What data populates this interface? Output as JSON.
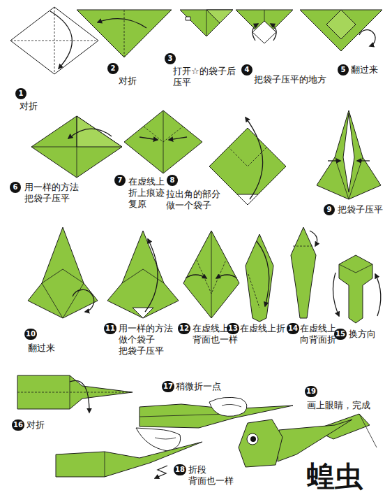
{
  "diagram": {
    "title": "蝗虫",
    "nodes": [
      {
        "text": [
          "1",
          "对折"
        ]
      },
      {
        "text": [
          "2",
          "对折"
        ]
      },
      {
        "text": [
          "3",
          "打开☆的袋子后 压平"
        ]
      },
      {
        "text": [
          "4",
          "把袋子压平的地方"
        ]
      },
      {
        "text": [
          "5",
          "翻过来"
        ]
      },
      {
        "text": [
          "6",
          "用一样的方法 把袋子压平"
        ]
      },
      {
        "text": [
          "7",
          "在虚线上 折上痕迹 复原"
        ]
      },
      {
        "text": [
          "8",
          "拉出角的部分 做一个袋子"
        ]
      },
      {
        "text": [
          "9",
          "把袋子压平"
        ]
      },
      {
        "text": [
          "10",
          "翻过来"
        ]
      },
      {
        "text": [
          "11",
          "用一样的方法 做个袋子 把袋子压平"
        ]
      },
      {
        "text": [
          "12",
          "在虚线上折 背面也一样"
        ]
      },
      {
        "text": [
          "13",
          "在虚线上折"
        ]
      },
      {
        "text": [
          "14",
          "在虚线上 向背面折"
        ]
      },
      {
        "text": [
          "15",
          "换方向"
        ]
      },
      {
        "text": [
          "16",
          "对折"
        ]
      },
      {
        "text": [
          "17",
          "稍微折一点"
        ]
      },
      {
        "text": [
          "18",
          "折段 背面也一样"
        ]
      },
      {
        "text": [
          "19",
          "画上眼睛，完成"
        ]
      }
    ]
  }
}
